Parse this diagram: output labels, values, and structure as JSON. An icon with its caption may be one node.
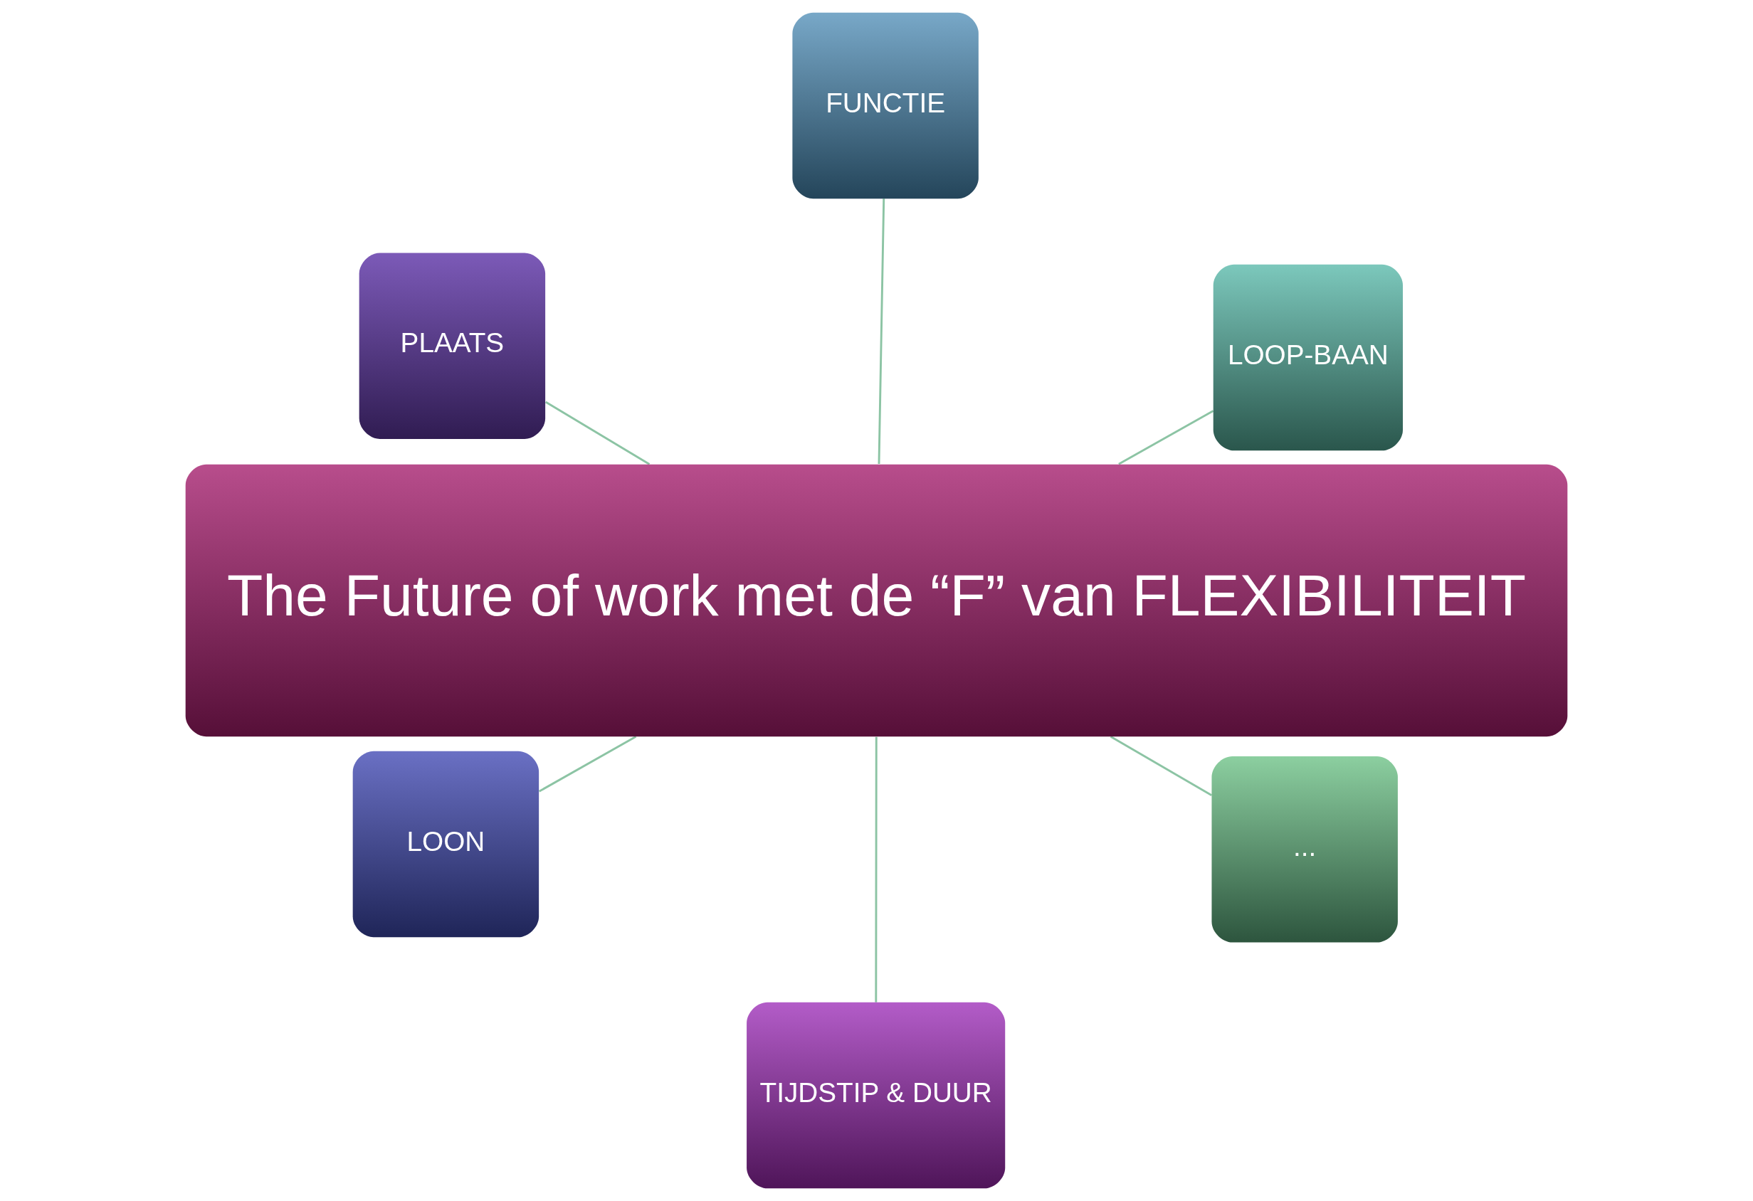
{
  "diagram": {
    "nodes": [
      {
        "text": [
          "The Future of work met de “F” van FLEXIBILITEIT"
        ]
      },
      {
        "text": [
          "..."
        ]
      },
      {
        "text": [
          "TIJDSTIP & DUUR"
        ]
      },
      {
        "text": [
          "PLAATS"
        ]
      },
      {
        "text": [
          "LOOP-BAAN"
        ]
      },
      {
        "text": [
          "FUNCTIE"
        ]
      },
      {
        "text": [
          "LOON"
        ]
      }
    ],
    "edges": [
      {
        "from": 0,
        "to": 1,
        "arrow": "none"
      },
      {
        "from": 0,
        "to": 2,
        "arrow": "none"
      },
      {
        "from": 0,
        "to": 3,
        "arrow": "none"
      },
      {
        "from": 0,
        "to": 4,
        "arrow": "none"
      },
      {
        "from": 0,
        "to": 5,
        "arrow": "none"
      },
      {
        "from": 0,
        "to": 6,
        "arrow": "none"
      }
    ]
  }
}
